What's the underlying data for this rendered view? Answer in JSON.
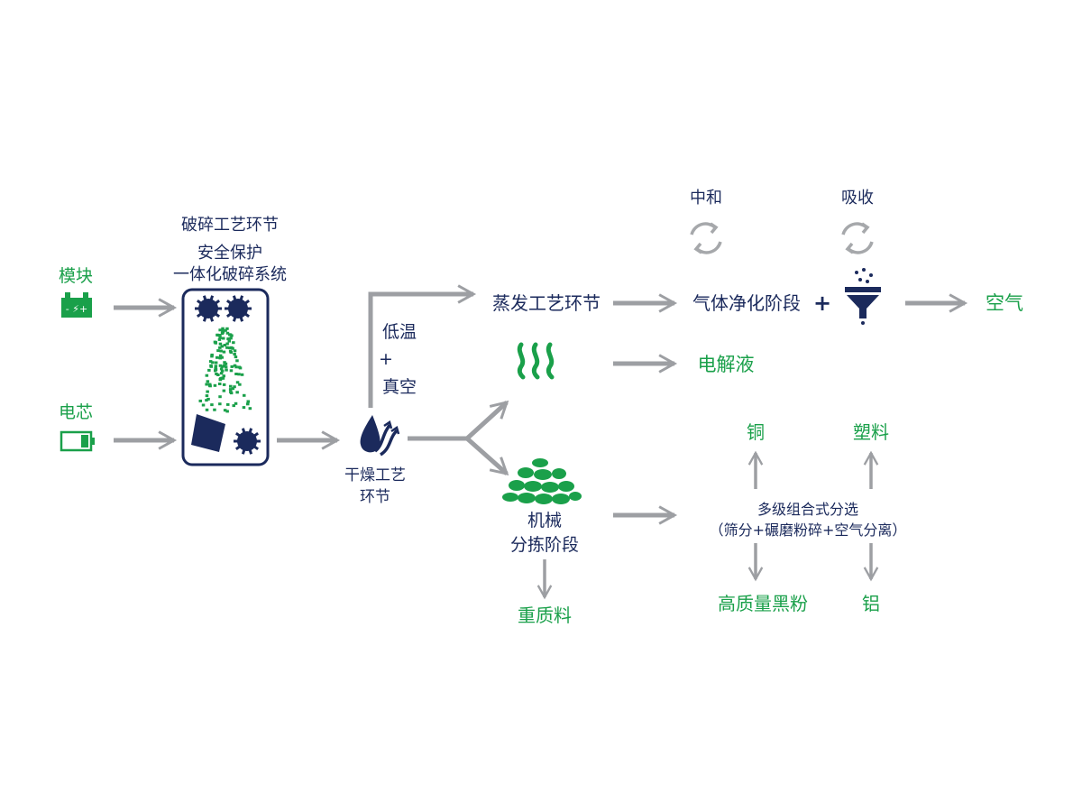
{
  "inputs": {
    "module_label": "模块",
    "cell_label": "电芯"
  },
  "crushing": {
    "title": "破碎工艺环节",
    "subtitle_line1": "安全保护",
    "subtitle_line2": "一体化破碎系统"
  },
  "drying": {
    "label_line1": "干燥工艺",
    "label_line2": "环节",
    "condition_line1": "低温",
    "condition_line2": "+",
    "condition_line3": "真空"
  },
  "evaporation": {
    "label": "蒸发工艺环节"
  },
  "gas_purification": {
    "label": "气体净化阶段",
    "plus": "+",
    "neutralize_label": "中和",
    "absorb_label": "吸收",
    "output": "空气"
  },
  "electrolyte": {
    "output": "电解液"
  },
  "mechanical": {
    "label_line1": "机械",
    "label_line2": "分拣阶段",
    "heavy_output": "重质料"
  },
  "separation": {
    "label_line1": "多级组合式分选",
    "label_line2": "（筛分+碾磨粉碎+空气分离）",
    "outputs": {
      "copper": "铜",
      "plastic": "塑料",
      "black_powder": "高质量黑粉",
      "aluminum": "铝"
    }
  },
  "colors": {
    "navy": "#1b2a5c",
    "green": "#1aa04a",
    "arrow_gray": "#9d9fa3"
  },
  "icons": {
    "module": "battery-module-icon",
    "cell": "battery-cell-icon",
    "crusher": "crusher-icon",
    "dryer": "water-drop-dry-icon",
    "vapor": "steam-icon",
    "filter": "funnel-filter-icon",
    "cycle": "cycle-arrows-icon",
    "pile": "material-pile-icon"
  }
}
